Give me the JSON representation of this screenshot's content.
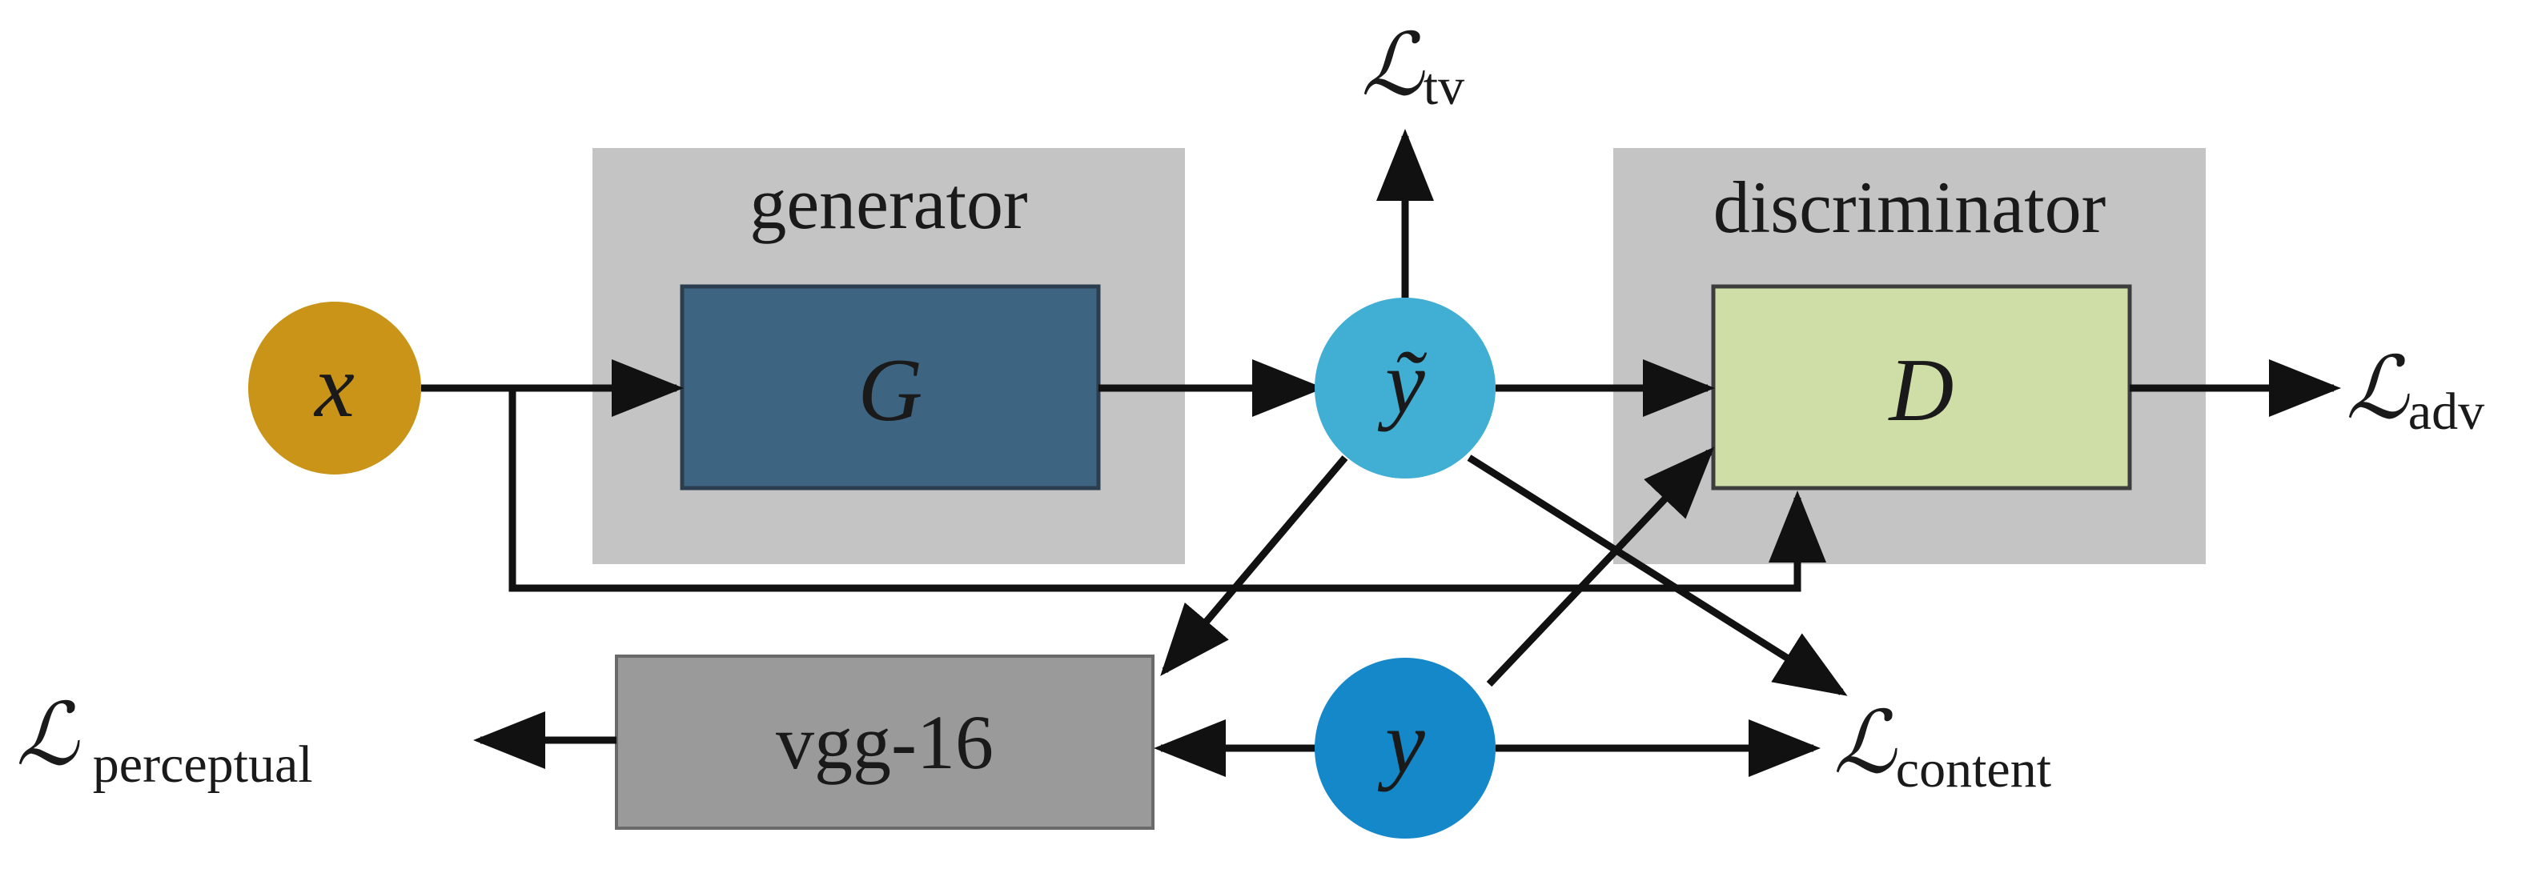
{
  "colors": {
    "background": "#ffffff",
    "panel_gray": "#c4c4c4",
    "generator_box": "#3d6480",
    "discriminator_box": "#cfdea6",
    "vgg_box": "#9a9a9a",
    "input_x": "#c99418",
    "node_y_tilde": "#41aed3",
    "node_y": "#1488c8",
    "line": "#111111"
  },
  "nodes": {
    "x": {
      "label": "x"
    },
    "y_tilde": {
      "label": "ỹ"
    },
    "y": {
      "label": "y"
    }
  },
  "blocks": {
    "generator": {
      "title": "generator",
      "inner_label": "G"
    },
    "discriminator": {
      "title": "discriminator",
      "inner_label": "D"
    },
    "vgg": {
      "label": "vgg-16"
    }
  },
  "losses": {
    "tv": {
      "symbol": "ℒ",
      "subscript": "tv"
    },
    "adv": {
      "symbol": "ℒ",
      "subscript": "adv"
    },
    "perceptual": {
      "symbol": "ℒ",
      "subscript": "perceptual"
    },
    "content": {
      "symbol": "ℒ",
      "subscript": "content"
    }
  }
}
